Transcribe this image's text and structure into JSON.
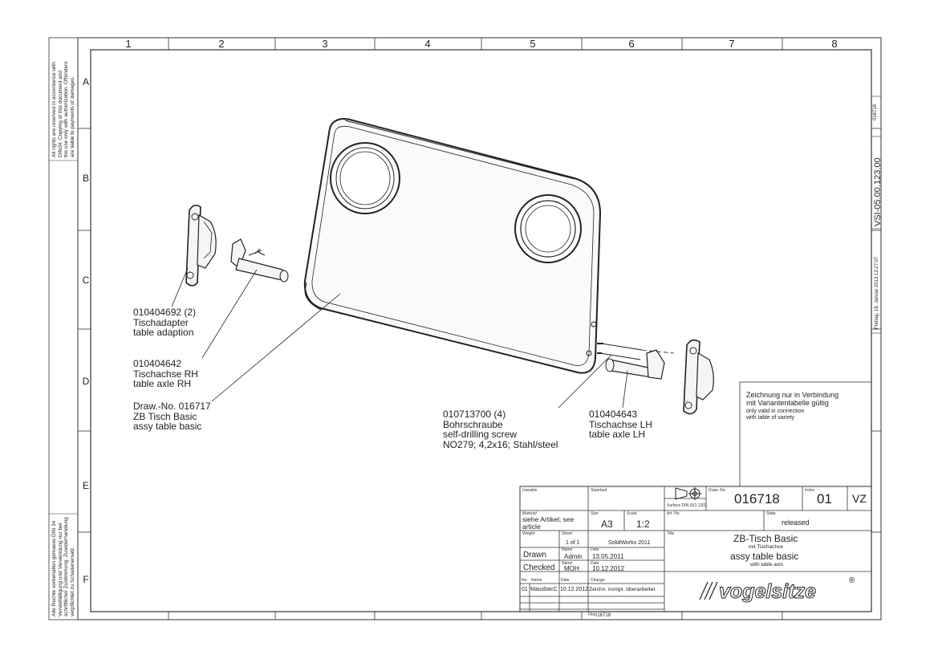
{
  "grid": {
    "columns": [
      "1",
      "2",
      "3",
      "4",
      "5",
      "6",
      "7",
      "8"
    ],
    "rows": [
      "A",
      "B",
      "C",
      "D",
      "E",
      "F"
    ]
  },
  "margin": {
    "copyright_en": [
      "All rights are reserved in accordance with",
      "DIN34. Copying of this document and",
      "the use only with authorization. Offenders",
      "are liable to payments of damages."
    ],
    "copyright_de": [
      "Alle Rechte vorbehalten gemaess DIN 34",
      "Vervielfältigung und Verwendung nur bei",
      "schriftlicher Zustimmung. Zuwiderhandlung",
      "verpflichtet zu Schadenersatz."
    ],
    "right_sheet": "016718",
    "right_code": "VSI-05.00.123.00",
    "right_date": "Freitag, 18. Januar 2013 12:27:07"
  },
  "callouts": {
    "adapter": [
      "010404692 (2)",
      "Tischadapter",
      "table adaption"
    ],
    "axle_rh": [
      "010404642",
      "Tischachse RH",
      "table axle RH"
    ],
    "table": [
      "Draw.-No. 016717",
      "ZB Tisch Basic",
      "assy table basic"
    ],
    "screw": [
      "010713700 (4)",
      "Bohrschraube",
      "self-drilling screw",
      "NO279; 4,2x16; Stahl/steel"
    ],
    "axle_lh": [
      "010404643",
      "Tischachse LH",
      "table axle LH"
    ]
  },
  "note": {
    "line1": "Zeichnung nur in Verbindung",
    "line2": "mit Variantentabelle gültig",
    "line3": "only valid in connection",
    "line4": "with table of variety"
  },
  "titleblock": {
    "usable_label": "Useable",
    "standard_label": "Standard",
    "surface_label": "Surface DIN ISO 1302",
    "drawno_label": "Draw. No.",
    "drawno": "016718",
    "index_label": "Index",
    "index": "01",
    "vz": "VZ",
    "material_label": "Material",
    "material": [
      "siehe Artikel; see",
      "article"
    ],
    "size_label": "Size",
    "size": "A3",
    "scale_label": "Scale",
    "scale": "1:2",
    "artno_label": "Art. No.",
    "state_label": "State",
    "state": "released",
    "weight_label": "Weight",
    "sheet_label": "Sheet",
    "sheet": "1 of 1",
    "software": "SolidWorks 2011",
    "title_label": "Title",
    "title1": "ZB-Tisch Basic",
    "title2": "mit Tischachse",
    "title3": "assy table basic",
    "title4": "with table axis",
    "name_label": "Name",
    "date_label": "Date",
    "drawn_label": "Drawn",
    "drawn_name": "Admin",
    "drawn_date": "13.05.2011",
    "checked_label": "Checked",
    "checked_name": "MOH",
    "checked_date": "10.12.2012",
    "rev_no_label": "No.",
    "rev_name_label": "Name",
    "rev_date_label": "Date",
    "rev_change_label": "Change",
    "rev_no": "01",
    "rev_name": "MausbacC",
    "rev_date": "10.12.2012",
    "rev_change": "Zeichn. kompl. überarbeitet",
    "logo": "vogelsitze",
    "registered": "®",
    "file_label": "File",
    "file": "016718"
  }
}
